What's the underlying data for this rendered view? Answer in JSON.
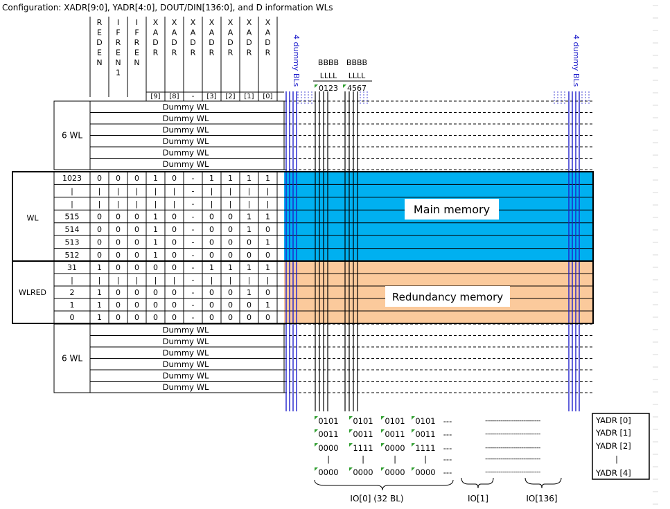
{
  "title": "Configuration: XADR[9:0], YADR[4:0], DOUT/DIN[136:0], and D information WLs",
  "columns": [
    {
      "name": "col-reden",
      "letters": [
        "R",
        "E",
        "D",
        "E",
        "N"
      ],
      "index": ""
    },
    {
      "name": "col-ifren1",
      "letters": [
        "I",
        "F",
        "R",
        "E",
        "N",
        "1"
      ],
      "index": ""
    },
    {
      "name": "col-ifren",
      "letters": [
        "I",
        "F",
        "R",
        "E",
        "N"
      ],
      "index": ""
    },
    {
      "name": "col-xadr9",
      "letters": [
        "X",
        "A",
        "D",
        "R"
      ],
      "index": "[9]"
    },
    {
      "name": "col-xadr8",
      "letters": [
        "X",
        "A",
        "D",
        "R"
      ],
      "index": "[8]"
    },
    {
      "name": "col-xadr-dash",
      "letters": [
        "X",
        "A",
        "D",
        "R"
      ],
      "index": "-"
    },
    {
      "name": "col-xadr3",
      "letters": [
        "X",
        "A",
        "D",
        "R"
      ],
      "index": "[3]"
    },
    {
      "name": "col-xadr2",
      "letters": [
        "X",
        "A",
        "D",
        "R"
      ],
      "index": "[2]"
    },
    {
      "name": "col-xadr1",
      "letters": [
        "X",
        "A",
        "D",
        "R"
      ],
      "index": "[1]"
    },
    {
      "name": "col-xadr0",
      "letters": [
        "X",
        "A",
        "D",
        "R"
      ],
      "index": "[0]"
    }
  ],
  "dummy_bl_label": "4 dummy BLs",
  "bl_groups": [
    {
      "top": "BBBB",
      "mid": "LLLL",
      "bottom": "0123"
    },
    {
      "top": "BBBB",
      "mid": "LLLL",
      "bottom": "4567"
    }
  ],
  "dummy_wl_label": "Dummy WL",
  "wl_group_top": "6 WL",
  "wl_group_bottom": "6 WL",
  "wl_label": "WL",
  "wlred_label": "WLRED",
  "wl_rows": [
    {
      "n": "1023",
      "bits": [
        "0",
        "0",
        "0",
        "1",
        "0",
        "-",
        "1",
        "1",
        "1",
        "1"
      ]
    },
    {
      "n": "|",
      "bits": [
        "|",
        "|",
        "|",
        "|",
        "|",
        "-",
        "|",
        "|",
        "|",
        "|"
      ]
    },
    {
      "n": "|",
      "bits": [
        "|",
        "|",
        "|",
        "|",
        "|",
        "-",
        "|",
        "|",
        "|",
        "|"
      ]
    },
    {
      "n": "515",
      "bits": [
        "0",
        "0",
        "0",
        "1",
        "0",
        "-",
        "0",
        "0",
        "1",
        "1"
      ]
    },
    {
      "n": "514",
      "bits": [
        "0",
        "0",
        "0",
        "1",
        "0",
        "-",
        "0",
        "0",
        "1",
        "0"
      ]
    },
    {
      "n": "513",
      "bits": [
        "0",
        "0",
        "0",
        "1",
        "0",
        "-",
        "0",
        "0",
        "0",
        "1"
      ]
    },
    {
      "n": "512",
      "bits": [
        "0",
        "0",
        "0",
        "1",
        "0",
        "-",
        "0",
        "0",
        "0",
        "0"
      ]
    }
  ],
  "wlred_rows": [
    {
      "n": "31",
      "bits": [
        "1",
        "0",
        "0",
        "0",
        "0",
        "-",
        "1",
        "1",
        "1",
        "1"
      ]
    },
    {
      "n": "|",
      "bits": [
        "|",
        "|",
        "|",
        "|",
        "|",
        "-",
        "|",
        "|",
        "|",
        "|"
      ]
    },
    {
      "n": "2",
      "bits": [
        "1",
        "0",
        "0",
        "0",
        "0",
        "-",
        "0",
        "0",
        "1",
        "0"
      ]
    },
    {
      "n": "1",
      "bits": [
        "1",
        "0",
        "0",
        "0",
        "0",
        "-",
        "0",
        "0",
        "0",
        "1"
      ]
    },
    {
      "n": "0",
      "bits": [
        "1",
        "0",
        "0",
        "0",
        "0",
        "-",
        "0",
        "0",
        "0",
        "0"
      ]
    }
  ],
  "main_memory_label": "Main memory",
  "redundancy_memory_label": "Redundancy memory",
  "yadr_patterns": [
    [
      "0101",
      "0101",
      "0101",
      "0101",
      "---"
    ],
    [
      "0011",
      "0011",
      "0011",
      "0011",
      "---"
    ],
    [
      "0000",
      "1111",
      "0000",
      "1111",
      "---"
    ],
    [
      "|",
      "|",
      "|",
      "|",
      "---"
    ],
    [
      "0000",
      "0000",
      "0000",
      "0000",
      "---"
    ]
  ],
  "yadr_dash_line": "-----------------------------",
  "yadr_legend": [
    "YADR [0]",
    "YADR [1]",
    "YADR [2]",
    "|",
    "YADR [4]"
  ],
  "io_labels": [
    "IO[0] (32 BL)",
    "IO[1]",
    "IO[136]"
  ],
  "colors": {
    "main": "#00B0F0",
    "redundancy": "#FBCA9C",
    "bitline": "#1F1FCC",
    "grid": "#000000",
    "tick_green": "#2E9E2E"
  }
}
